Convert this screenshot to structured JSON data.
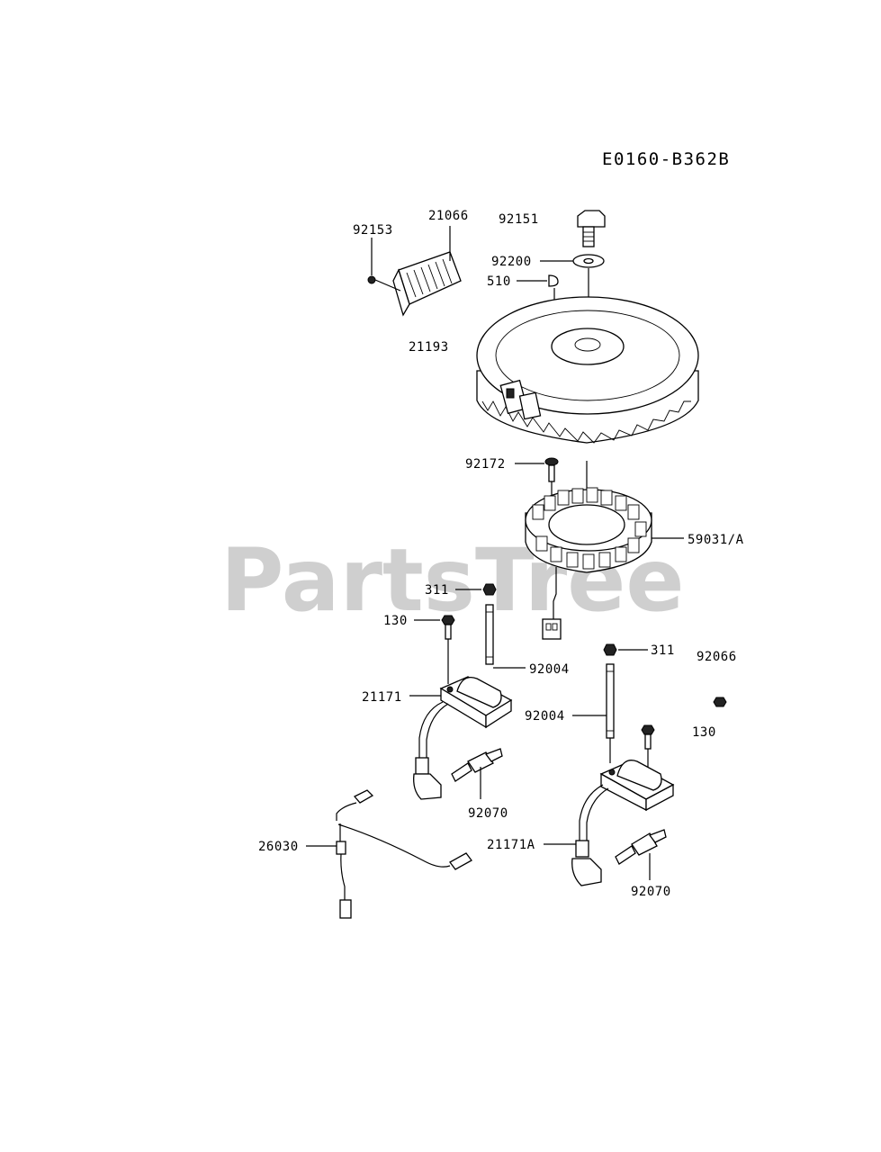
{
  "diagram": {
    "code": "E0160-B362B",
    "watermark": "PartsTree",
    "labels": {
      "p92153": "92153",
      "p21066": "21066",
      "p92151": "92151",
      "p92200": "92200",
      "p510": "510",
      "p21193": "21193",
      "p92172": "92172",
      "p59031": "59031/A",
      "p311a": "311",
      "p130a": "130",
      "p92004a": "92004",
      "p21171": "21171",
      "p311b": "311",
      "p92066": "92066",
      "p92004b": "92004",
      "p130b": "130",
      "p92070a": "92070",
      "p26030": "26030",
      "p21171a": "21171A",
      "p92070b": "92070"
    }
  }
}
